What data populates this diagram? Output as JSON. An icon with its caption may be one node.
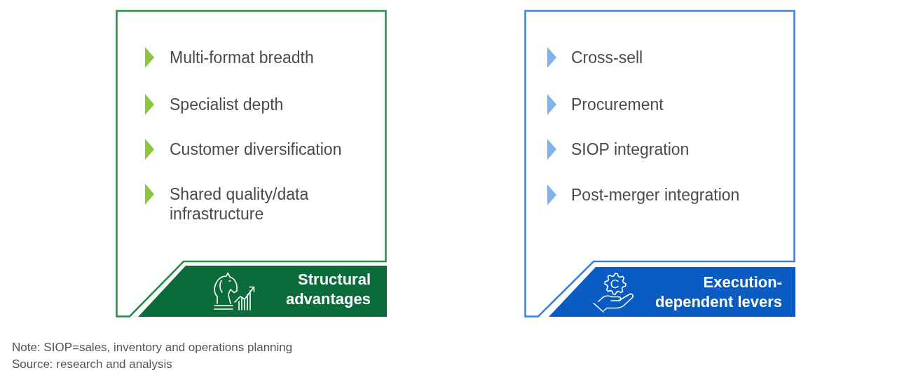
{
  "diagram": {
    "nodes": [
      {
        "text": [
          "Multi-format breadth",
          "Specialist depth",
          "Customer diversification",
          "Shared quality/data infrastructure"
        ]
      },
      {
        "text": [
          "Structural advantages"
        ],
        "in": 0
      },
      {
        "text": [
          "Cross-sell",
          "Procurement",
          "SIOP integration",
          "Post-merger integration"
        ]
      },
      {
        "text": [
          "Execution-dependent levers"
        ],
        "in": 2
      }
    ],
    "labels": [
      "Note: SIOP=sales, inventory and operations planning",
      "Source: research and analysis"
    ]
  }
}
